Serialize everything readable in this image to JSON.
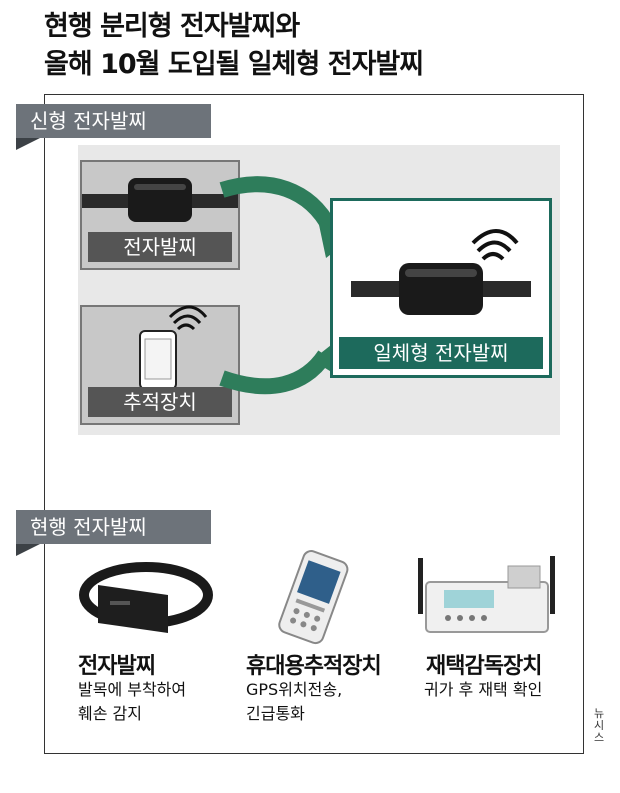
{
  "title": {
    "line1": "현행 분리형 전자발찌와",
    "line2": "올해 10월 도입될 일체형 전자발찌"
  },
  "new_section": {
    "label": "신형 전자발찌",
    "box1_label": "전자발찌",
    "box2_label": "추적장치",
    "integrated_label": "일체형 전자발찌"
  },
  "current_section": {
    "label": "현행 전자발찌",
    "devices": [
      {
        "name": "전자발찌",
        "desc_line1": "발목에 부착하여",
        "desc_line2": "훼손 감지"
      },
      {
        "name": "휴대용추적장치",
        "desc_line1": "GPS위치전송,",
        "desc_line2": "긴급통화"
      },
      {
        "name": "재택감독장치",
        "desc_line1": "귀가 후 재택 확인",
        "desc_line2": ""
      }
    ]
  },
  "credit": "뉴시스",
  "colors": {
    "label_gray": "#6d737a",
    "accent_green": "#1d6a5c",
    "arrow_green": "#2e7d5b"
  }
}
